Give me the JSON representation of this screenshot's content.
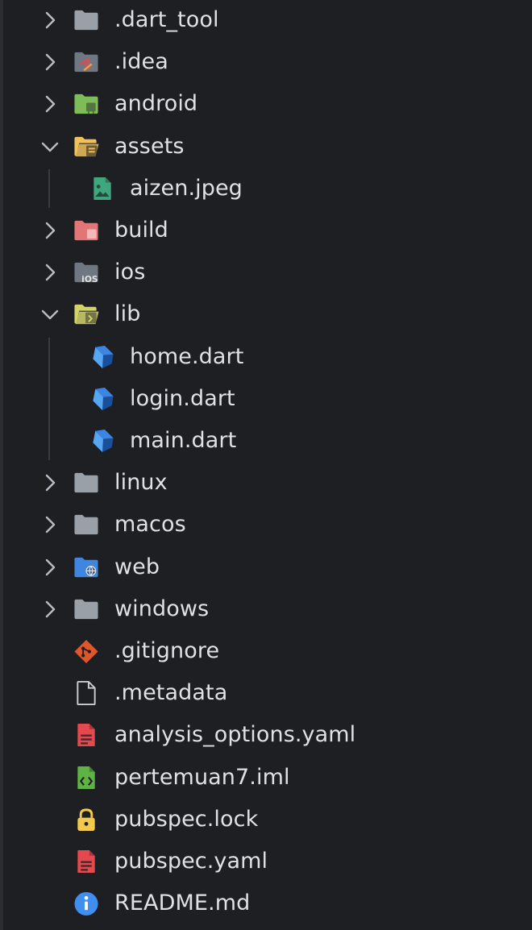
{
  "tree": {
    "items": [
      {
        "label": ".dart_tool",
        "icon": "folder-icon",
        "expanded": false
      },
      {
        "label": ".idea",
        "icon": "idea-folder-icon",
        "expanded": false
      },
      {
        "label": "android",
        "icon": "android-folder-icon",
        "expanded": false
      },
      {
        "label": "assets",
        "icon": "resources-folder-icon",
        "expanded": true,
        "children": [
          {
            "label": "aizen.jpeg",
            "icon": "image-file-icon"
          }
        ]
      },
      {
        "label": "build",
        "icon": "excluded-folder-icon",
        "expanded": false
      },
      {
        "label": "ios",
        "icon": "ios-folder-icon",
        "expanded": false
      },
      {
        "label": "lib",
        "icon": "source-folder-icon",
        "expanded": true,
        "children": [
          {
            "label": "home.dart",
            "icon": "dart-file-icon"
          },
          {
            "label": "login.dart",
            "icon": "dart-file-icon"
          },
          {
            "label": "main.dart",
            "icon": "dart-file-icon"
          }
        ]
      },
      {
        "label": "linux",
        "icon": "folder-icon",
        "expanded": false
      },
      {
        "label": "macos",
        "icon": "folder-icon",
        "expanded": false
      },
      {
        "label": "web",
        "icon": "web-folder-icon",
        "expanded": false
      },
      {
        "label": "windows",
        "icon": "folder-icon",
        "expanded": false
      },
      {
        "label": ".gitignore",
        "icon": "git-icon"
      },
      {
        "label": ".metadata",
        "icon": "text-file-icon"
      },
      {
        "label": "analysis_options.yaml",
        "icon": "yaml-file-icon"
      },
      {
        "label": "pertemuan7.iml",
        "icon": "iml-file-icon"
      },
      {
        "label": "pubspec.lock",
        "icon": "lock-file-icon"
      },
      {
        "label": "pubspec.yaml",
        "icon": "yaml-file-icon"
      },
      {
        "label": "README.md",
        "icon": "info-file-icon"
      }
    ]
  },
  "colors": {
    "background": "#1e1f22",
    "text": "#dfe1e5",
    "folder": "#9aa0a8",
    "dart": "#4d8ee0",
    "yaml": "#e5484d",
    "android": "#7ebc59",
    "resources": "#f0c05a",
    "excluded": "#e27576",
    "web": "#3e86e0",
    "git": "#e0552a",
    "lock": "#f2c94c",
    "info": "#3f8ef0",
    "image": "#3fa77e",
    "iml": "#5fb344"
  }
}
